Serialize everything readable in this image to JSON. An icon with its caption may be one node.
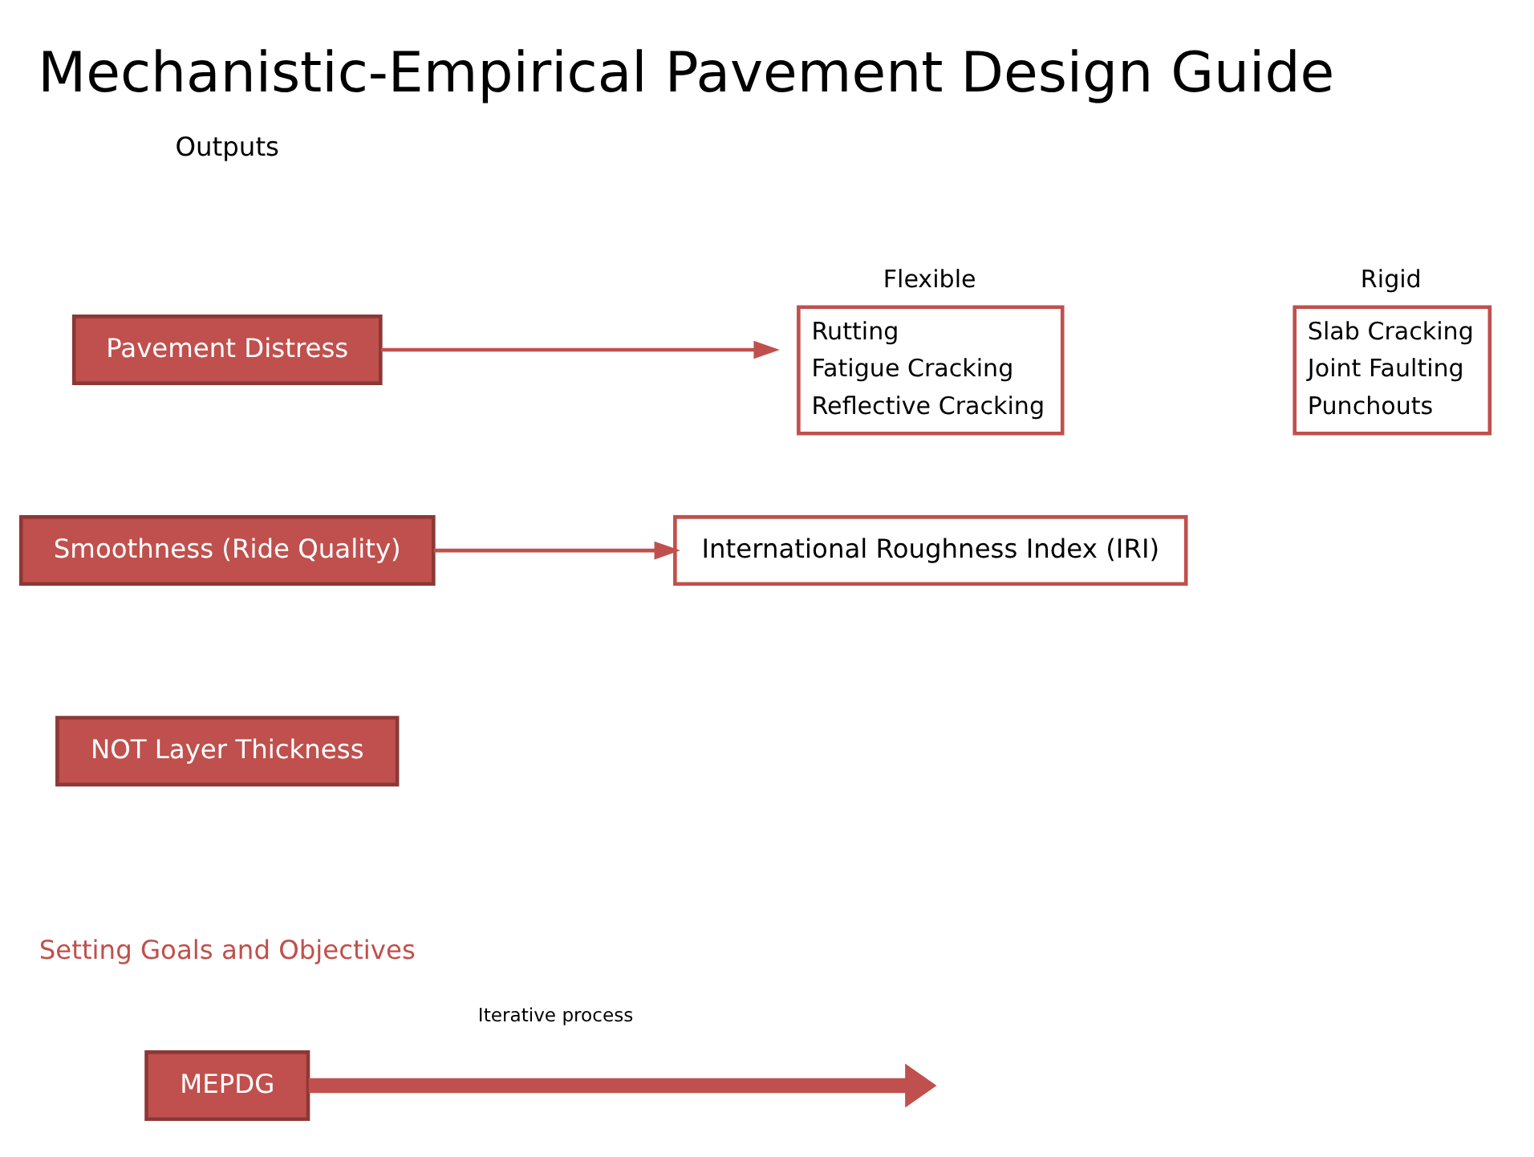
{
  "diagram": {
    "title": "Mechanistic-Empirical Pavement Design Guide",
    "nodes": [
      {
        "text": [
          "MEPDG"
        ]
      },
      {
        "text": [
          "Pavement Distress"
        ]
      },
      {
        "text": [
          "Flexible",
          "Rutting",
          "Fatigue Cracking",
          "Reflective Cracking"
        ]
      },
      {
        "text": [
          "Rigid",
          "Slab Cracking",
          "Joint Faulting",
          "Punchouts"
        ]
      },
      {
        "text": [
          "Smoothness (Ride Quality)"
        ]
      },
      {
        "text": [
          "International Roughness Index (IRI)"
        ]
      },
      {
        "text": [
          "NOT Layer Thickness"
        ]
      }
    ],
    "edges": [
      {
        "from": 0,
        "to": null,
        "arrow": "to",
        "label": "Iterative process",
        "style": "thick"
      },
      {
        "from": 1,
        "to": 2,
        "arrow": "to"
      },
      {
        "from": 4,
        "to": 5,
        "arrow": "to"
      }
    ],
    "labels": [
      "Outputs",
      "Setting Goals and Objectives"
    ]
  }
}
